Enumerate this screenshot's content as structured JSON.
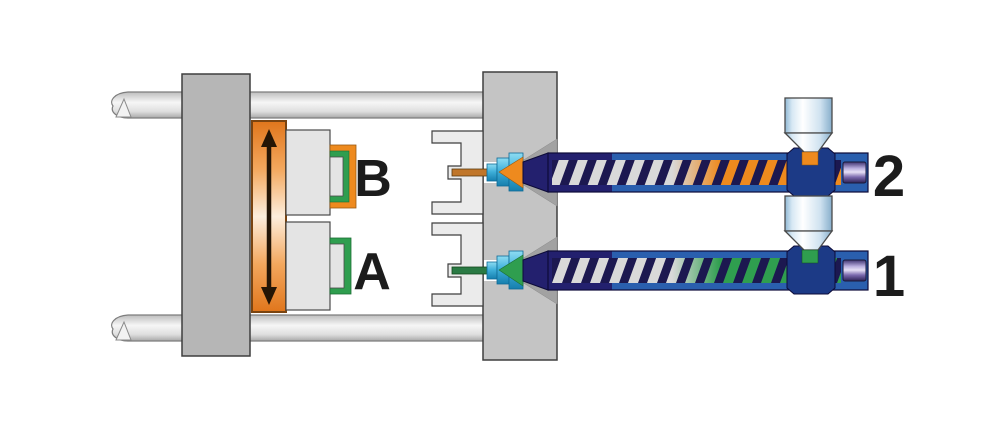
{
  "diagram": {
    "type": "two-component-injection-molding-machine",
    "labels": {
      "mold_b": "B",
      "mold_a": "A",
      "unit_2": "2",
      "unit_1": "1"
    },
    "colors": {
      "material_1": "#2f9e4f",
      "material_1_sprue": "#2a7a44",
      "material_2": "#ee8a1e",
      "material_2_sprue": "#c0762a",
      "rotary_platen_orange": "#e8811f",
      "barrel_navy": "#23206e",
      "barrel_blue": "#2a5fae",
      "nozzle_cyan": "#3fb0da",
      "end_cap_purple": "#8a7ab8",
      "platen_gray": "#c4c4c4",
      "screw_flight_navy": "#1c1850"
    }
  }
}
